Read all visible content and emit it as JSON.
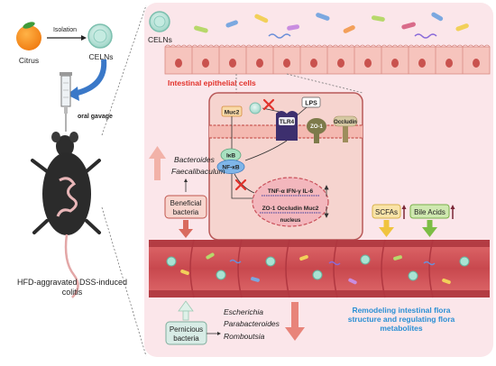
{
  "left_panel": {
    "citrus_label": "Citrus",
    "isolation_label": "Isolation",
    "celns_label": "CELNs",
    "gavage_label": "oral gavage",
    "caption_line1": "HFD-aggravated DSS-induced",
    "caption_line2": "colitis"
  },
  "top": {
    "celns_label": "CELNs",
    "epithelial_label": "Intestinal epithelial cells"
  },
  "signaling": {
    "lps": "LPS",
    "muc2": "Muc2",
    "tlr4": "TLR4",
    "zo1": "ZO-1",
    "occludin": "Occludin",
    "ikb": "IκB",
    "nfkb": "NF-κB",
    "nucleus_row1": "TNF-α  IFN-γ  IL-6",
    "nucleus_row2": "ZO-1   Occludin   Muc2",
    "nucleus_label": "nucleus"
  },
  "beneficial": {
    "taxa1": "Bacteroides",
    "taxa2": "Faecalibaculum",
    "box_line1": "Beneficial",
    "box_line2": "bacteria"
  },
  "metabolites": {
    "scfas": "SCFAs",
    "bile_acids": "Bile Acids"
  },
  "pernicious": {
    "box_line1": "Pernicious",
    "box_line2": "bacteria",
    "taxa1": "Escherichia",
    "taxa2": "Parabacteroides",
    "taxa3": "Romboutsia"
  },
  "conclusion": {
    "line1": "Remodeling intestinal flora",
    "line2": "structure and regulating flora",
    "line3": "metabolites"
  },
  "colors": {
    "accent_red": "#e2322b",
    "accent_blue": "#2a8fd4",
    "panel_bg": "#fbe6ea",
    "tissue": "#d3555a"
  }
}
